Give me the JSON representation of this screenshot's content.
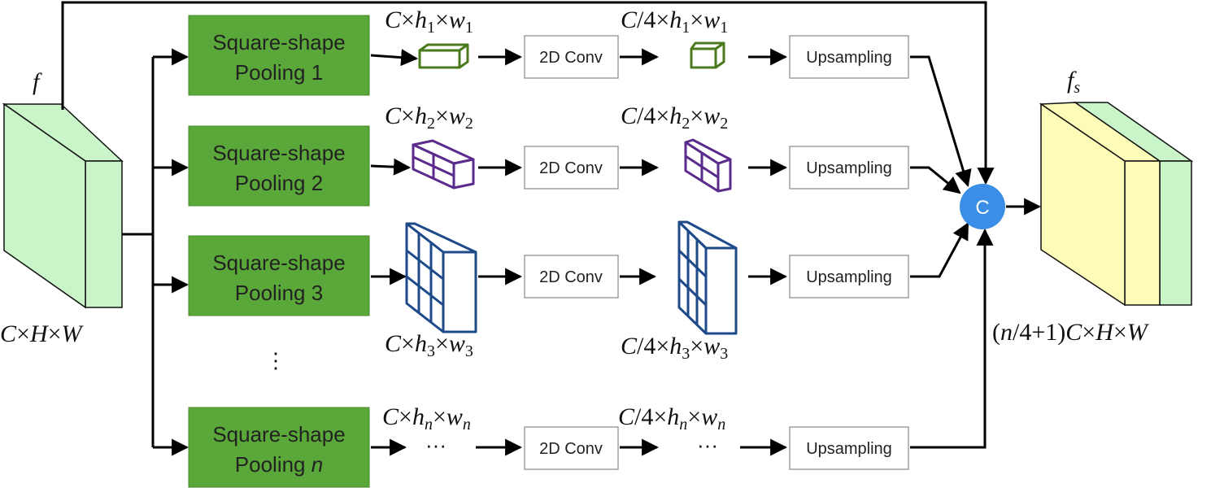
{
  "input_label": "f",
  "input_dims": "C×H×W",
  "output_label": "f_s",
  "output_dims": "(n/4+1)C×H×W",
  "concat_label": "C",
  "conv_label": "2D Conv",
  "upsample_label": "Upsampling",
  "vertical_ellipsis": "⋮",
  "branches": [
    {
      "pool_line1": "Square-shape",
      "pool_line2": "Pooling 1",
      "pooled_dims": "C×h1×w1",
      "conv_dims": "C/4×h1×w1"
    },
    {
      "pool_line1": "Square-shape",
      "pool_line2": "Pooling 2",
      "pooled_dims": "C×h2×w2",
      "conv_dims": "C/4×h2×w2"
    },
    {
      "pool_line1": "Square-shape",
      "pool_line2": "Pooling 3",
      "pooled_dims": "C×h3×w3",
      "conv_dims": "C/4×h3×w3"
    },
    {
      "pool_line1": "Square-shape",
      "pool_line2": "Pooling",
      "pool_index": "n",
      "pooled_dims": "C×hn×wn",
      "conv_dims": "C/4×hn×wn",
      "pooled_placeholder": "···",
      "conv_placeholder": "···"
    }
  ],
  "colors": {
    "pool_fill": "#5ba83a",
    "concat_fill": "#3b8ee6",
    "input_fill": "#c9f5c9",
    "output_yellow": "#fdfbb8",
    "output_green": "#c9f5c9",
    "branch1_stroke": "#4a7a1c",
    "branch2_stroke": "#5a2b8c",
    "branch3_stroke": "#1f4a8a"
  }
}
